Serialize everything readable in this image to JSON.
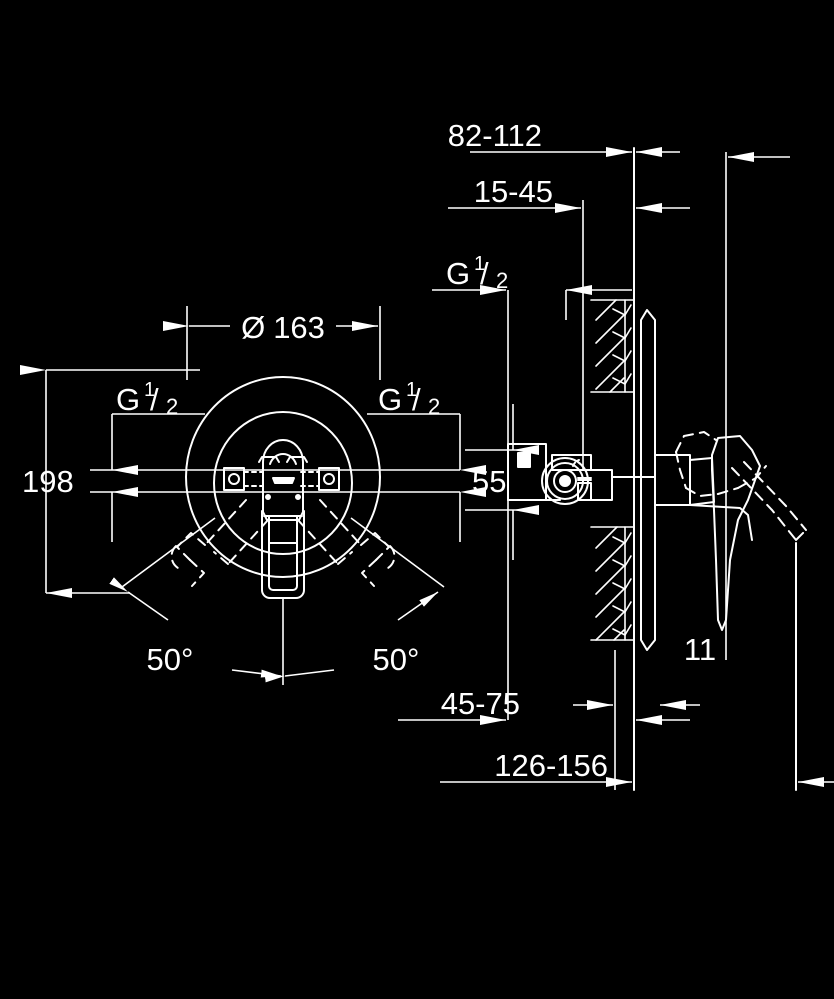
{
  "drawing": {
    "title": "Concealed single-lever mixer installation drawing",
    "background_color": "#000000",
    "line_color": "#ffffff",
    "views": [
      "front-view",
      "side-section-view"
    ]
  },
  "dimensions": {
    "diameter_trim_plate": "Ø 163",
    "height_overall": "198",
    "inlet_thread_left": "G ¹⁄₂",
    "inlet_thread_right": "G ¹⁄₂",
    "inlet_thread_side": "G ¹⁄₂",
    "angle_left": "50°",
    "angle_right": "50°",
    "wall_depth_total": "82-112",
    "wall_depth_inner": "15-45",
    "outlet_height": "55",
    "plate_thickness": "11",
    "depth_mid": "45-75",
    "depth_outer": "126-156"
  },
  "labels": {
    "diameter_symbol": "Ø",
    "diameter_value": "163",
    "height_value": "198",
    "thread_letter": "G",
    "thread_numerator": "1",
    "thread_denominator": "2",
    "angle_value_left": "50°",
    "angle_value_right": "50°",
    "depth_82_112": "82-112",
    "depth_15_45": "15-45",
    "dim_55": "55",
    "dim_11": "11",
    "depth_45_75": "45-75",
    "depth_126_156": "126-156"
  },
  "colors": {
    "background": "#000000",
    "stroke": "#ffffff",
    "text": "#ffffff"
  }
}
